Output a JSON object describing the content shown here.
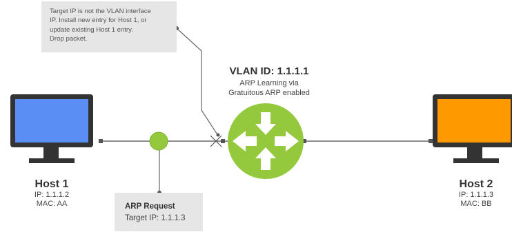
{
  "note": {
    "lines": [
      "Target IP is not the VLAN interface",
      "IP. Install new entry for Host 1, or",
      "update existing Host 1 entry.",
      "Drop packet."
    ]
  },
  "router": {
    "title": "VLAN ID: 1.1.1.1",
    "subtitle_line1": "ARP Learning via",
    "subtitle_line2": "Gratuitous ARP enabled",
    "color": "#94c83d",
    "icon": "router-arrows-icon"
  },
  "hosts": [
    {
      "name": "Host 1",
      "ip": "IP: 1.1.1.2",
      "mac": "MAC: AA",
      "screen_color": "#5b8ef5"
    },
    {
      "name": "Host 2",
      "ip": "IP: 1.1.1.3",
      "mac": "MAC: BB",
      "screen_color": "#ff9900"
    }
  ],
  "arp_request": {
    "title": "ARP Request",
    "target": "Target IP: 1.1.1.3"
  },
  "colors": {
    "monitor_frame": "#333333",
    "line": "#666666",
    "packet": "#94c83d",
    "box_bg": "#e6e6e6"
  }
}
